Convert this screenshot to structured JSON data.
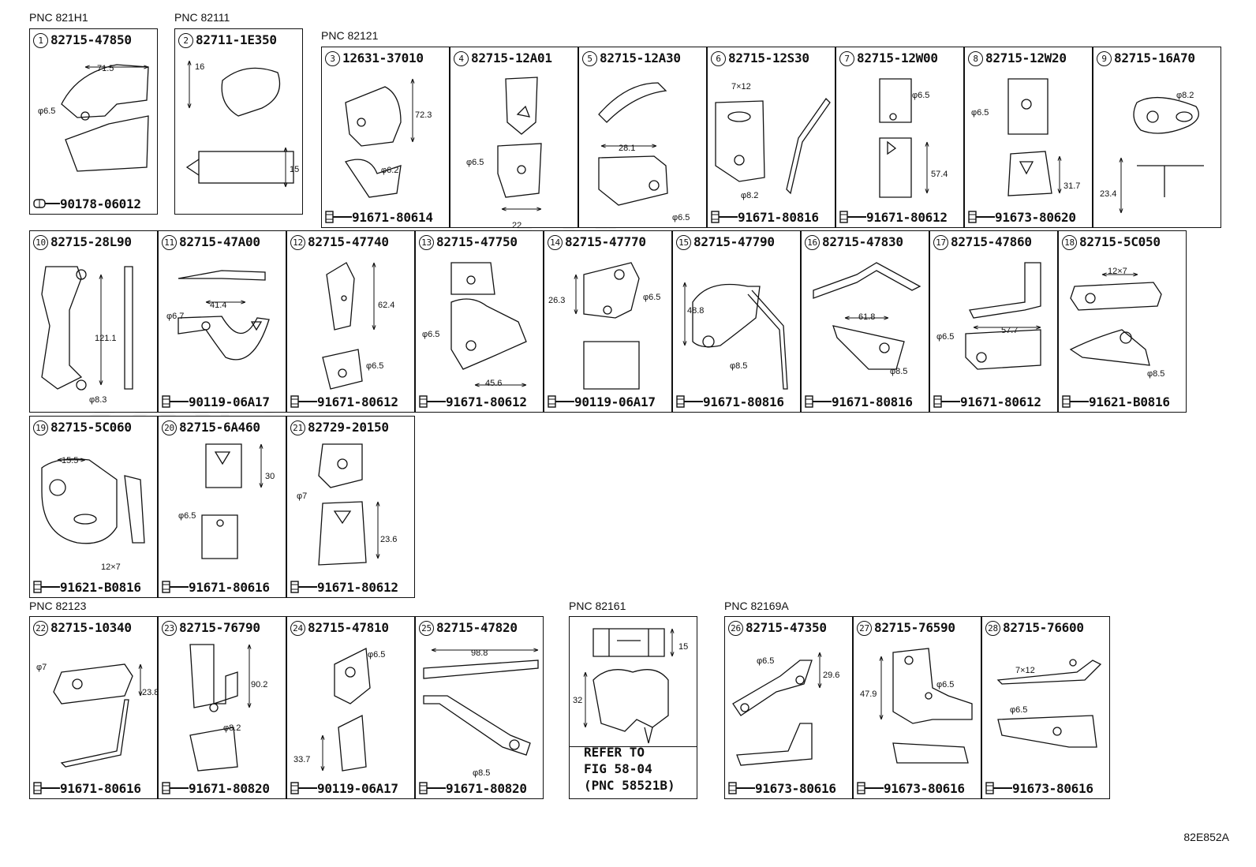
{
  "diagram_code": "82E852A",
  "watermark": "ToyotaCarMF.ru",
  "groups": [
    {
      "pnc": "PNC 821H1"
    },
    {
      "pnc": "PNC 82111"
    },
    {
      "pnc": "PNC 82121"
    },
    {
      "pnc": "PNC 82123"
    },
    {
      "pnc": "PNC 82161"
    },
    {
      "pnc": "PNC 82169A"
    }
  ],
  "parts": [
    {
      "num": "1",
      "part": "82715-47850",
      "fastener": "90178-06012",
      "fastener_type": "nut"
    },
    {
      "num": "2",
      "part": "82711-1E350",
      "fastener": "",
      "fastener_type": "none"
    },
    {
      "num": "3",
      "part": "12631-37010",
      "fastener": "91671-80614",
      "fastener_type": "bolt"
    },
    {
      "num": "4",
      "part": "82715-12A01",
      "fastener": "",
      "fastener_type": "none"
    },
    {
      "num": "5",
      "part": "82715-12A30",
      "fastener": "",
      "fastener_type": "none"
    },
    {
      "num": "6",
      "part": "82715-12S30",
      "fastener": "91671-80816",
      "fastener_type": "bolt"
    },
    {
      "num": "7",
      "part": "82715-12W00",
      "fastener": "91671-80612",
      "fastener_type": "bolt"
    },
    {
      "num": "8",
      "part": "82715-12W20",
      "fastener": "91673-80620",
      "fastener_type": "bolt"
    },
    {
      "num": "9",
      "part": "82715-16A70",
      "fastener": "",
      "fastener_type": "none"
    },
    {
      "num": "10",
      "part": "82715-28L90",
      "fastener": "",
      "fastener_type": "none"
    },
    {
      "num": "11",
      "part": "82715-47A00",
      "fastener": "90119-06A17",
      "fastener_type": "bolt"
    },
    {
      "num": "12",
      "part": "82715-47740",
      "fastener": "91671-80612",
      "fastener_type": "bolt"
    },
    {
      "num": "13",
      "part": "82715-47750",
      "fastener": "91671-80612",
      "fastener_type": "bolt"
    },
    {
      "num": "14",
      "part": "82715-47770",
      "fastener": "90119-06A17",
      "fastener_type": "bolt"
    },
    {
      "num": "15",
      "part": "82715-47790",
      "fastener": "91671-80816",
      "fastener_type": "bolt"
    },
    {
      "num": "16",
      "part": "82715-47830",
      "fastener": "91671-80816",
      "fastener_type": "bolt"
    },
    {
      "num": "17",
      "part": "82715-47860",
      "fastener": "91671-80612",
      "fastener_type": "bolt"
    },
    {
      "num": "18",
      "part": "82715-5C050",
      "fastener": "91621-B0816",
      "fastener_type": "bolt"
    },
    {
      "num": "19",
      "part": "82715-5C060",
      "fastener": "91621-B0816",
      "fastener_type": "bolt"
    },
    {
      "num": "20",
      "part": "82715-6A460",
      "fastener": "91671-80616",
      "fastener_type": "bolt"
    },
    {
      "num": "21",
      "part": "82729-20150",
      "fastener": "91671-80612",
      "fastener_type": "bolt"
    },
    {
      "num": "22",
      "part": "82715-10340",
      "fastener": "91671-80616",
      "fastener_type": "bolt"
    },
    {
      "num": "23",
      "part": "82715-76790",
      "fastener": "91671-80820",
      "fastener_type": "bolt"
    },
    {
      "num": "24",
      "part": "82715-47810",
      "fastener": "90119-06A17",
      "fastener_type": "bolt"
    },
    {
      "num": "25",
      "part": "82715-47820",
      "fastener": "91671-80820",
      "fastener_type": "bolt"
    },
    {
      "num": "26",
      "part": "82715-47350",
      "fastener": "91673-80616",
      "fastener_type": "bolt"
    },
    {
      "num": "27",
      "part": "82715-76590",
      "fastener": "91673-80616",
      "fastener_type": "bolt"
    },
    {
      "num": "28",
      "part": "82715-76600",
      "fastener": "91673-80616",
      "fastener_type": "bolt"
    }
  ],
  "refer_note": "REFER TO\nFIG 58-04\n(PNC 58521B)",
  "dims": {
    "p1": [
      "71.5",
      "φ6.5"
    ],
    "p2": [
      "16",
      "15"
    ],
    "p3": [
      "72.3",
      "φ6.2"
    ],
    "p4": [
      "φ6.5",
      "22"
    ],
    "p5": [
      "28.1",
      "φ6.5"
    ],
    "p6": [
      "7×12",
      "φ8.2"
    ],
    "p7": [
      "φ6.5",
      "57.4"
    ],
    "p8": [
      "φ6.5",
      "31.7"
    ],
    "p9": [
      "φ8.2",
      "23.4"
    ],
    "p10": [
      "121.1",
      "φ8.3"
    ],
    "p11": [
      "φ6.7",
      "41.4"
    ],
    "p12": [
      "62.4",
      "φ6.5"
    ],
    "p13": [
      "φ6.5",
      "45.6"
    ],
    "p14": [
      "26.3",
      "φ6.5"
    ],
    "p15": [
      "48.8",
      "φ8.5"
    ],
    "p16": [
      "61.8",
      "φ8.5"
    ],
    "p17": [
      "φ6.5",
      "57.7"
    ],
    "p18": [
      "12×7",
      "φ8.5"
    ],
    "p19": [
      "15.5",
      "12×7"
    ],
    "p20": [
      "30",
      "φ6.5"
    ],
    "p21": [
      "φ7",
      "23.6"
    ],
    "p22": [
      "φ7",
      "23.8"
    ],
    "p23": [
      "90.2",
      "φ8.2"
    ],
    "p24": [
      "φ6.5",
      "33.7"
    ],
    "p25": [
      "98.8",
      "φ8.5"
    ],
    "p26": [
      "φ6.5",
      "29.6"
    ],
    "p27": [
      "47.9",
      "φ6.5"
    ],
    "p28": [
      "7×12",
      "φ6.5"
    ],
    "c161": [
      "15",
      "32"
    ]
  }
}
